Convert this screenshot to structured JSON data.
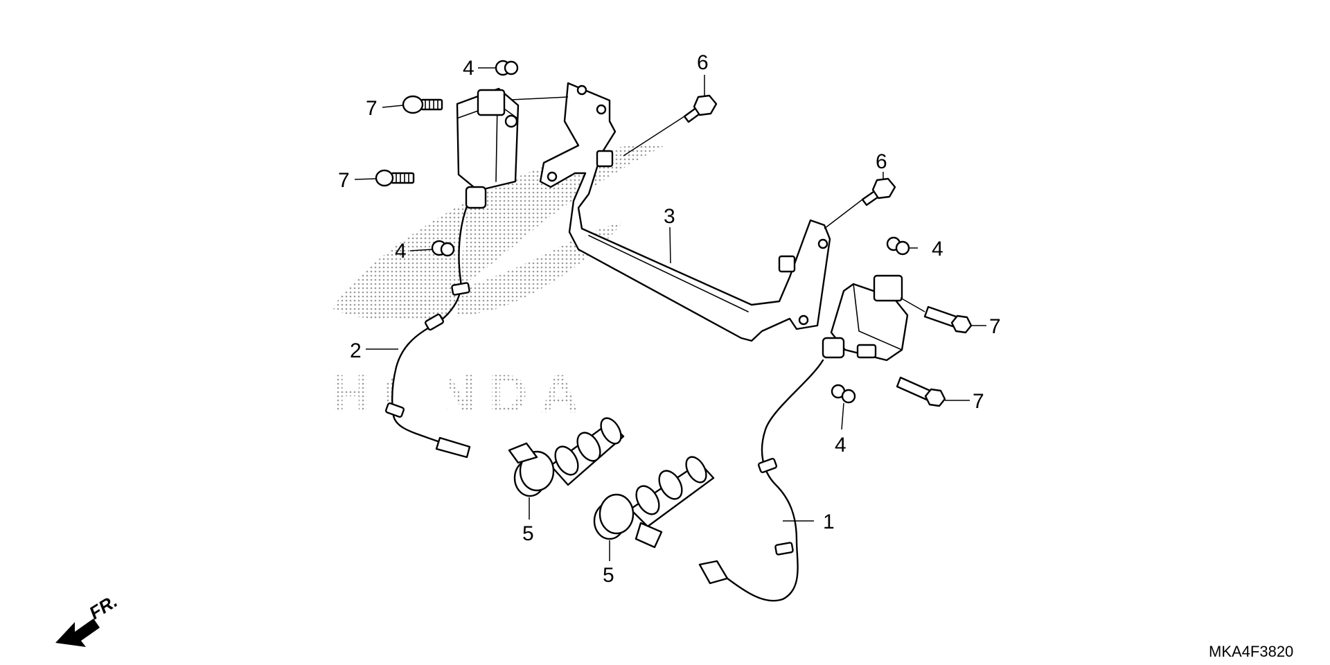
{
  "watermark": {
    "text": "HONDA"
  },
  "callouts": [
    {
      "id": "c1",
      "label": "1"
    },
    {
      "id": "c2",
      "label": "2"
    },
    {
      "id": "c3",
      "label": "3"
    },
    {
      "id": "c4a",
      "label": "4"
    },
    {
      "id": "c4b",
      "label": "4"
    },
    {
      "id": "c4c",
      "label": "4"
    },
    {
      "id": "c4d",
      "label": "4"
    },
    {
      "id": "c5a",
      "label": "5"
    },
    {
      "id": "c5b",
      "label": "5"
    },
    {
      "id": "c6a",
      "label": "6"
    },
    {
      "id": "c6b",
      "label": "6"
    },
    {
      "id": "c7a",
      "label": "7"
    },
    {
      "id": "c7b",
      "label": "7"
    },
    {
      "id": "c7c",
      "label": "7"
    },
    {
      "id": "c7d",
      "label": "7"
    }
  ],
  "direction_indicator": {
    "label": "FR."
  },
  "diagram_code": "MKA4F3820"
}
